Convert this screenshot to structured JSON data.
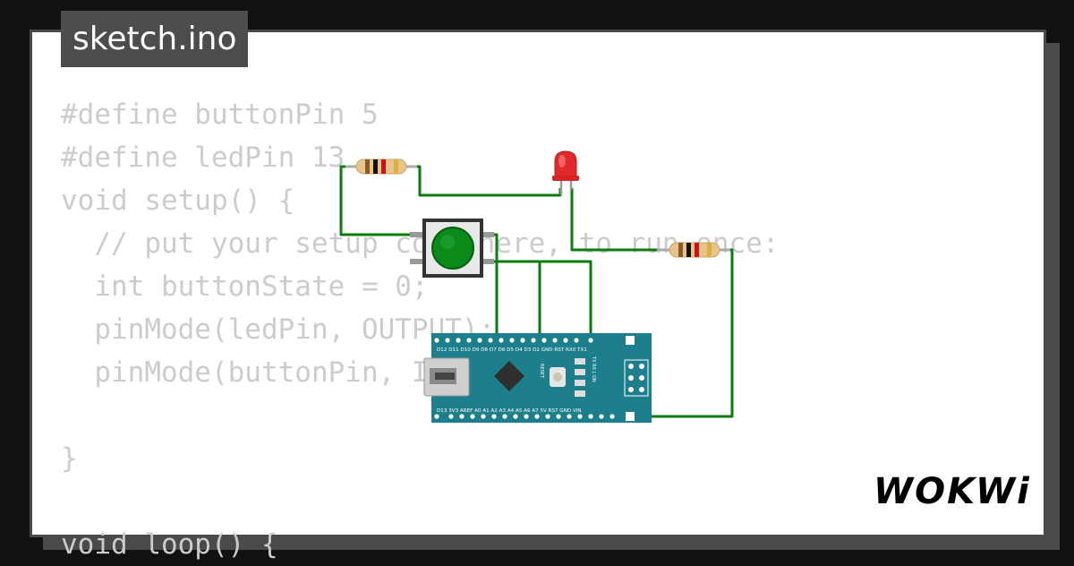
{
  "tab": {
    "filename": "sketch.ino"
  },
  "code": {
    "lines": [
      "#define buttonPin 5",
      "#define ledPin 13",
      "void setup() {",
      "  // put your setup code here, to run once:",
      "  int buttonState = 0;",
      "  pinMode(ledPin, OUTPUT);",
      "  pinMode(buttonPin, INPUT);",
      "",
      "}",
      "",
      "void loop() {"
    ]
  },
  "board": {
    "top_pins": "D12 D11 D10 D9 D8 D7 D6 D5 D4 D3 D2 GND RST RX0 TX1",
    "bottom_pins": "D13 3V3 AREF A0 A1 A2 A3 A4 A5 A6 A7 5V RST GND VIN",
    "reset_label": "RESET",
    "led_labels": "TX RX L ON"
  },
  "logo": {
    "text": "WOKWi"
  },
  "colors": {
    "background": "#111111",
    "card": "#ffffff",
    "code_text": "#cccccc",
    "wire": "#0b7d0b",
    "board": "#1d7e8c",
    "led": "#e02a2a",
    "button_cap": "#0b8a1a"
  }
}
